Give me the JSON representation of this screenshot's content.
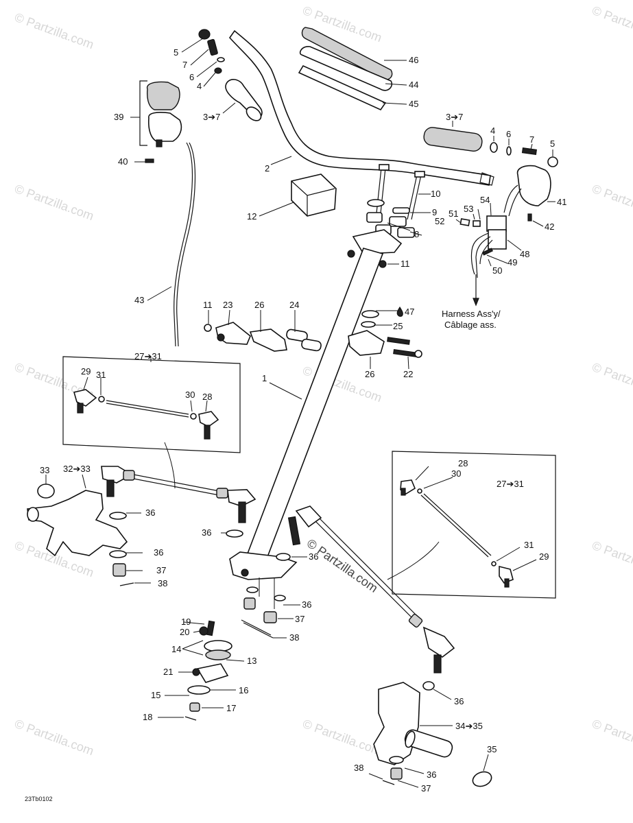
{
  "diagram_code": "23Tb0102",
  "watermark": {
    "text": "© Partzilla.com",
    "center_text": "© Partzilla.com"
  },
  "harness_note": {
    "line1": "Harness Ass'y/",
    "line2": "Câblage ass."
  },
  "callouts": {
    "c1": "1",
    "c2": "2",
    "c3_7a": "3➔7",
    "c3_7b": "3➔7",
    "c4a": "4",
    "c4b": "4",
    "c5a": "5",
    "c5b": "5",
    "c6a": "6",
    "c6b": "6",
    "c7a": "7",
    "c7b": "7",
    "c8": "8",
    "c9": "9",
    "c10": "10",
    "c11a": "11",
    "c11b": "11",
    "c12": "12",
    "c13": "13",
    "c14": "14",
    "c15": "15",
    "c16": "16",
    "c17": "17",
    "c18": "18",
    "c19": "19",
    "c20": "20",
    "c21": "21",
    "c22": "22",
    "c23": "23",
    "c24": "24",
    "c25": "25",
    "c26a": "26",
    "c26b": "26",
    "c27_31a": "27➔31",
    "c27_31b": "27➔31",
    "c28a": "28",
    "c28b": "28",
    "c29a": "29",
    "c29b": "29",
    "c30a": "30",
    "c30b": "30",
    "c31a": "31",
    "c31b": "31",
    "c32_33": "32➔33",
    "c33": "33",
    "c34_35": "34➔35",
    "c35": "35",
    "c36a": "36",
    "c36b": "36",
    "c36c": "36",
    "c36d": "36",
    "c36e": "36",
    "c36f": "36",
    "c36g": "36",
    "c37a": "37",
    "c37b": "37",
    "c37c": "37",
    "c38a": "38",
    "c38b": "38",
    "c38c": "38",
    "c39": "39",
    "c40": "40",
    "c41": "41",
    "c42": "42",
    "c43": "43",
    "c44": "44",
    "c45": "45",
    "c46": "46",
    "c47": "47",
    "c48": "48",
    "c49": "49",
    "c50": "50",
    "c51": "51",
    "c52": "52",
    "c53": "53",
    "c54": "54"
  }
}
